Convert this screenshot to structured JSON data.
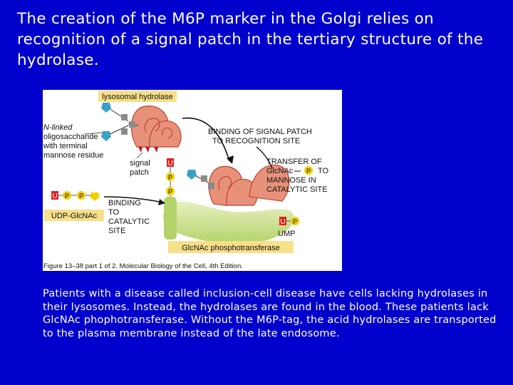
{
  "slide": {
    "title": "The creation of the M6P marker in the Golgi relies on recognition of a signal patch in the tertiary structure of the hydrolase.",
    "body": "Patients with a disease called inclusion-cell disease have cells lacking hydrolases in their lysosomes.  Instead, the hydrolases are found in the blood.  These patients lack GlcNAc phophotransferase.  Without the M6P-tag, the acid hydrolases are transported to the plasma membrane instead of the late endosome."
  },
  "figure": {
    "box_lysosomal_hydrolase": "lysosomal hydrolase",
    "n_linked_1": "N-linked",
    "n_linked_2": "oligosaccharide",
    "n_linked_3": "with terminal",
    "n_linked_4": "mannose residue",
    "signal_patch_1": "signal",
    "signal_patch_2": "patch",
    "binding_signal_1": "BINDING OF SIGNAL PATCH",
    "binding_signal_2": "TO RECOGNITION SITE",
    "transfer_1": "TRANSFER OF",
    "transfer_2a": "GlcNAc",
    "transfer_2b": "TO",
    "transfer_3": "MANNOSE IN",
    "transfer_4": "CATALYTIC SITE",
    "binding_cat_1": "BINDING",
    "binding_cat_2": "TO",
    "binding_cat_3": "CATALYTIC",
    "binding_cat_4": "SITE",
    "box_udp": "UDP-GlcNAc",
    "box_phosphotransferase": "GlcNAc phosphotransferase",
    "ump": "UMP",
    "u": "U",
    "p": "P",
    "caption": "Figure 13–38 part 1 of 2. Molecular Biology of the Cell, 4th Edition.",
    "colors": {
      "label_box": "#f7e08a",
      "hydrolase": "#e8917a",
      "hydrolase_edge": "#c0432f",
      "enzyme": "#b5d36a",
      "enzyme_light": "#e6f0c0",
      "sugar_grey": "#8a8a8a",
      "sugar_blue": "#3aa0c8",
      "phosphate": "#f2d000",
      "uracil": "#e02020"
    }
  }
}
